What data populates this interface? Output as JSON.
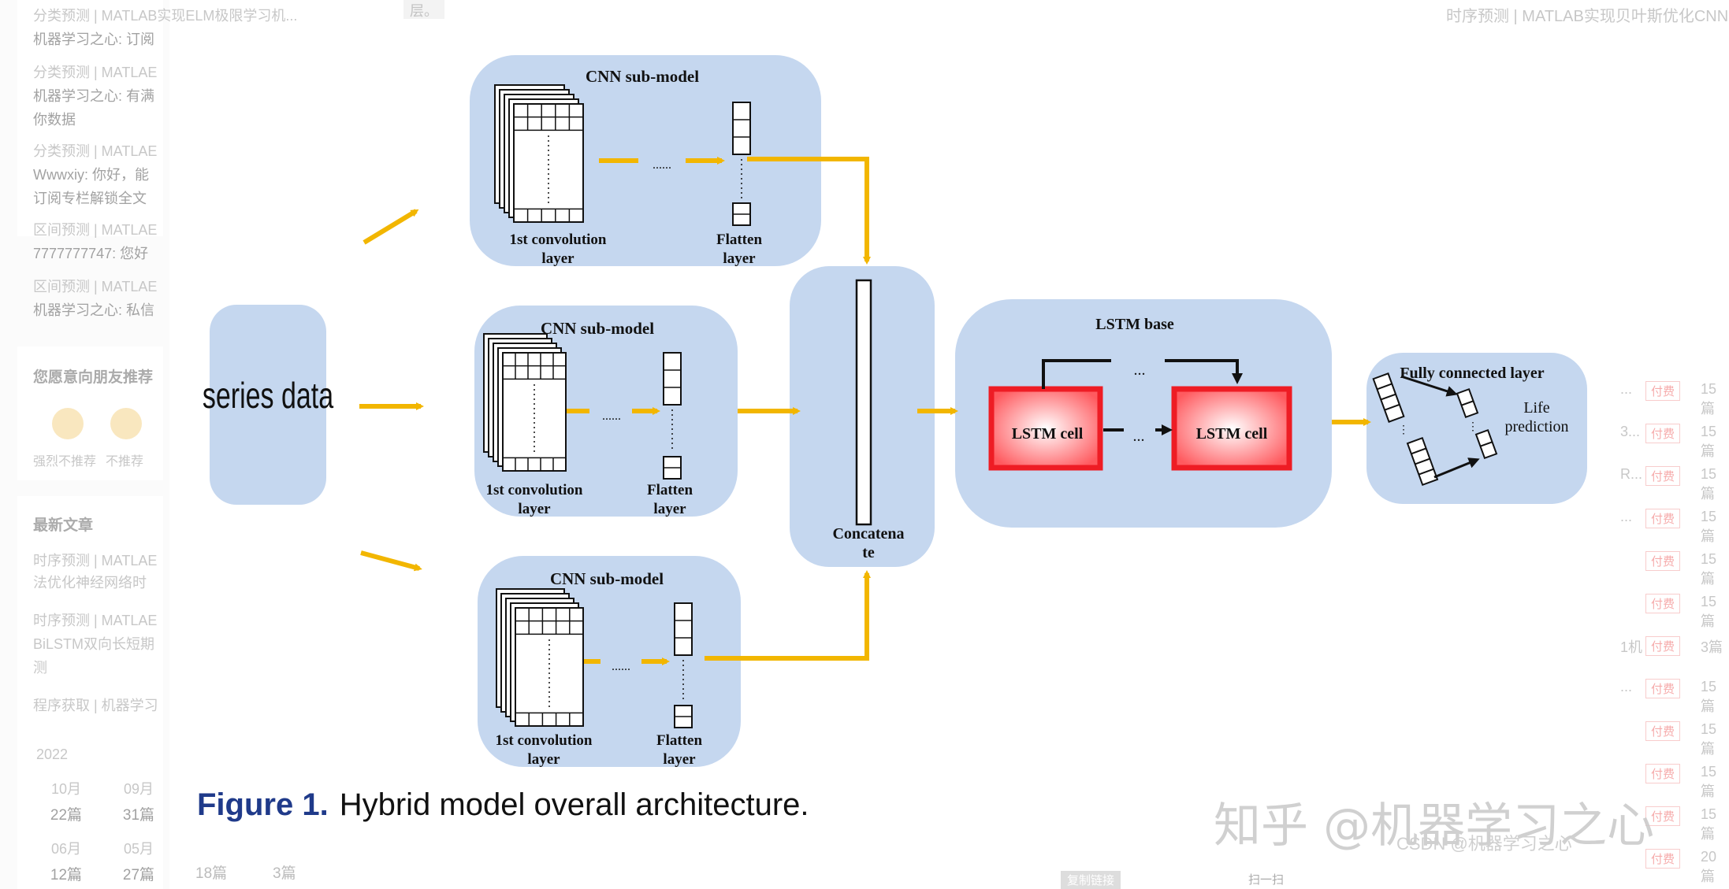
{
  "background": {
    "left_items": [
      {
        "title": "分类预测 | MATLAB实现ELM极限学习机...",
        "comment": "机器学习之心: 订阅"
      },
      {
        "title": "分类预测 | MATLAE",
        "comment": "机器学习之心: 有满"
      },
      {
        "title": "",
        "comment": "你数据"
      },
      {
        "title": "分类预测 | MATLAE",
        "comment": "Wwwxiy: 你好，能"
      },
      {
        "title": "",
        "comment": "订阅专栏解锁全文"
      },
      {
        "title": "区间预测 | MATLAE",
        "comment": "7777777747: 您好"
      },
      {
        "title": "区间预测 | MATLAE",
        "comment": "机器学习之心: 私信"
      }
    ],
    "recommend_heading": "您愿意向朋友推荐",
    "recommend_options": [
      "强烈不推荐",
      "不推荐"
    ],
    "latest_heading": "最新文章",
    "latest_items": [
      "时序预测 | MATLAE",
      "法优化神经网络时",
      "时序预测 | MATLAE",
      "BiLSTM双向长短期",
      "测",
      "程序获取 | 机器学习"
    ],
    "archive_year": "2022",
    "archive": [
      {
        "month": "10月",
        "count": "22篇"
      },
      {
        "month": "09月",
        "count": "31篇"
      },
      {
        "month": "06月",
        "count": "12篇"
      },
      {
        "month": "05月",
        "count": "27篇"
      }
    ],
    "archive_extra": [
      "18篇",
      "3篇"
    ],
    "top_mid_label": "层。",
    "right_title": "时序预测 | MATLAB实现贝叶斯优化CNN...",
    "right_rows": [
      {
        "prefix": "...",
        "badge": "付费",
        "count": "15篇"
      },
      {
        "prefix": "3...",
        "badge": "付费",
        "count": "15篇"
      },
      {
        "prefix": "R...",
        "badge": "付费",
        "count": "15篇"
      },
      {
        "prefix": "...",
        "badge": "付费",
        "count": "15篇"
      },
      {
        "prefix": "",
        "badge": "付费",
        "count": "15篇"
      },
      {
        "prefix": "",
        "badge": "付费",
        "count": "15篇"
      },
      {
        "prefix": "1机",
        "badge": "付费",
        "count": "3篇"
      },
      {
        "prefix": "...",
        "badge": "付费",
        "count": "15篇"
      },
      {
        "prefix": "",
        "badge": "付费",
        "count": "15篇"
      },
      {
        "prefix": "",
        "badge": "付费",
        "count": "15篇"
      },
      {
        "prefix": "",
        "badge": "付费",
        "count": "15篇"
      },
      {
        "prefix": "",
        "badge": "付费",
        "count": "20篇"
      }
    ],
    "bottom_copy": "复制链接",
    "bottom_scan": "扫一扫"
  },
  "diagram": {
    "input_label": "series data",
    "cnn_title": "CNN sub-model",
    "conv_label_1": "1st convolution",
    "conv_label_2": "layer",
    "flatten_label_1": "Flatten",
    "flatten_label_2": "layer",
    "ellipsis": "......",
    "concat_label_1": "Concatena",
    "concat_label_2": "te",
    "lstm_base": "LSTM base",
    "lstm_cell": "LSTM cell",
    "lstm_dots": "...",
    "fc_label": "Fully connected layer",
    "life_1": "Life",
    "life_2": "prediction"
  },
  "caption": {
    "number": "Figure 1.",
    "text": "Hybrid model overall architecture."
  },
  "watermark": {
    "zhihu": "知乎 @机器学习之心",
    "csdn": "CSDN @机器学习之心"
  },
  "colors": {
    "panel": "#c5d7ef",
    "arrow": "#f2b600",
    "cell_border": "#ee1c24",
    "caption_num": "#1f3a8a"
  }
}
